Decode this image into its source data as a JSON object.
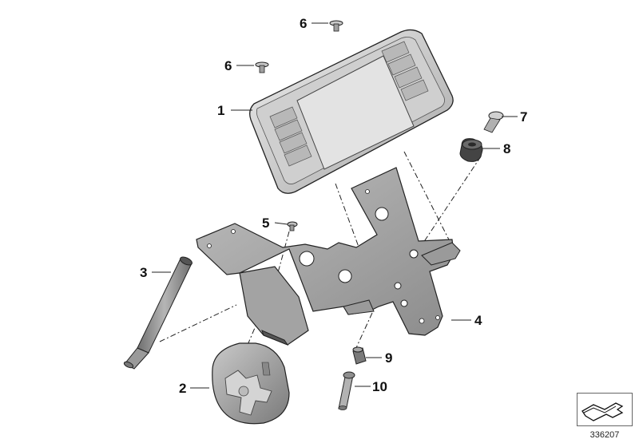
{
  "diagram": {
    "callouts": {
      "p1": "1",
      "p2": "2",
      "p3": "3",
      "p4": "4",
      "p5": "5",
      "p6a": "6",
      "p6b": "6",
      "p7": "7",
      "p8": "8",
      "p9": "9",
      "p10": "10"
    },
    "reference_number": "336207"
  },
  "colors": {
    "part_light": "#d8d8d8",
    "part_mid": "#a9a9a9",
    "part_dark": "#6f6f6f",
    "screen": "#e3e3e3",
    "line": "#222222"
  }
}
